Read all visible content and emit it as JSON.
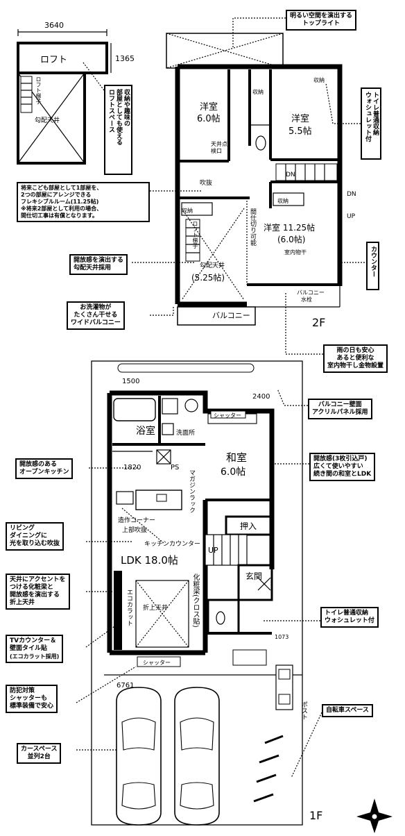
{
  "loft": {
    "dim_width": "3640",
    "dim_height": "1365",
    "loft_label": "ロフト",
    "ladder_label": "ロフト梯子",
    "ceiling_label": "勾配天井"
  },
  "floor2": {
    "rooms": {
      "western1": [
        "洋室",
        "6.0帖"
      ],
      "western2": [
        "洋室",
        "5.5帖"
      ],
      "western3": [
        "洋室 11.25帖",
        "(6.0帖)"
      ],
      "void": [
        "勾配天井",
        "(5.25帖)"
      ]
    },
    "labels": {
      "storage1": "収納",
      "storage2": "収納",
      "storage3": "収納",
      "closet": "収納",
      "hatch": [
        "天井点",
        "検口"
      ],
      "fukinuke": "吹抜",
      "dn": "DN",
      "dn2": "DN",
      "up2": "UP",
      "partition": "間仕切り可能",
      "indoor_dry": "室内物干",
      "balcony_water": [
        "バルコニー",
        "水栓"
      ],
      "balcony": "バルコニー",
      "loft_ladder": "ロフト梯子",
      "floor_label": "2F"
    }
  },
  "floor1": {
    "rooms": {
      "bath": "浴室",
      "washroom": "洗面所",
      "japanese": [
        "和室",
        "6.0帖"
      ],
      "ldk": "LDK 18.0帖",
      "entrance": "玄関",
      "closet": "押入"
    },
    "labels": {
      "dim_1500": "1500",
      "dim_2400": "2400",
      "dim_1820": "1820",
      "dim_6761": "6761",
      "dim_1073": "1073",
      "shutter_top": "シャッター",
      "shutter_bottom": "シャッター",
      "ps": "PS",
      "magazine_rack": "マガジンラック",
      "stairs_note": [
        "造作コーナー",
        "上部吹抜"
      ],
      "kitchen_counter": "キッチンカウンター",
      "up": "UP",
      "cosmetic_beam": "化粧梁(クロス貼)",
      "eco_carat": "エコカラット",
      "ceiling_fold": "折上天井",
      "post": "ポスト",
      "floor_label": "1F"
    }
  },
  "callouts": {
    "toplight": [
      "明るい空間を演出する",
      "トップライト"
    ],
    "loft_space": [
      "収納や趣味の",
      "部屋としても使える",
      "ロフトスペース"
    ],
    "toilet2": [
      "トイレ普通収納",
      "ウォシュレット付"
    ],
    "flexible": [
      "将来こども部屋として1部屋を、",
      "2つの部屋にアレンジできる",
      "フレキシブルルーム(11.25帖)",
      "※将来2部屋として利用の場合、",
      "間仕切工事は有償となります。"
    ],
    "slope_ceiling": [
      "開放感を演出する",
      "勾配天井採用"
    ],
    "counter": "カウンター",
    "wide_balcony": [
      "お洗濯物が",
      "たくさん干せる",
      "ワイドバルコニー"
    ],
    "indoor_dry": [
      "雨の日も安心",
      "あると便利な",
      "室内物干し金物設置"
    ],
    "acrylic": [
      "バルコニー壁面",
      "アクリルパネル採用"
    ],
    "open_kitchen": [
      "開放感のある",
      "オープンキッチン"
    ],
    "fukinuke": [
      "リビング",
      "ダイニングに",
      "光を取り込む吹抜"
    ],
    "japanese_room": [
      "開放感(3枚引込戸)",
      "広くて使いやすい",
      "続き間の和室とLDK"
    ],
    "accent": [
      "天井にアクセントを",
      "つける化粧梁と",
      "開放感を演出する",
      "折上天井"
    ],
    "tv": [
      "TVカウンター＆",
      "壁面タイル貼",
      "(エコカラット採用)"
    ],
    "toilet1": [
      "トイレ普通収納",
      "ウォシュレット付"
    ],
    "security": [
      "防犯対策",
      "シャッターも",
      "標準装備で安心"
    ],
    "bicycle": "自転車スペース",
    "carport": [
      "カースペース",
      "並列2台"
    ]
  }
}
